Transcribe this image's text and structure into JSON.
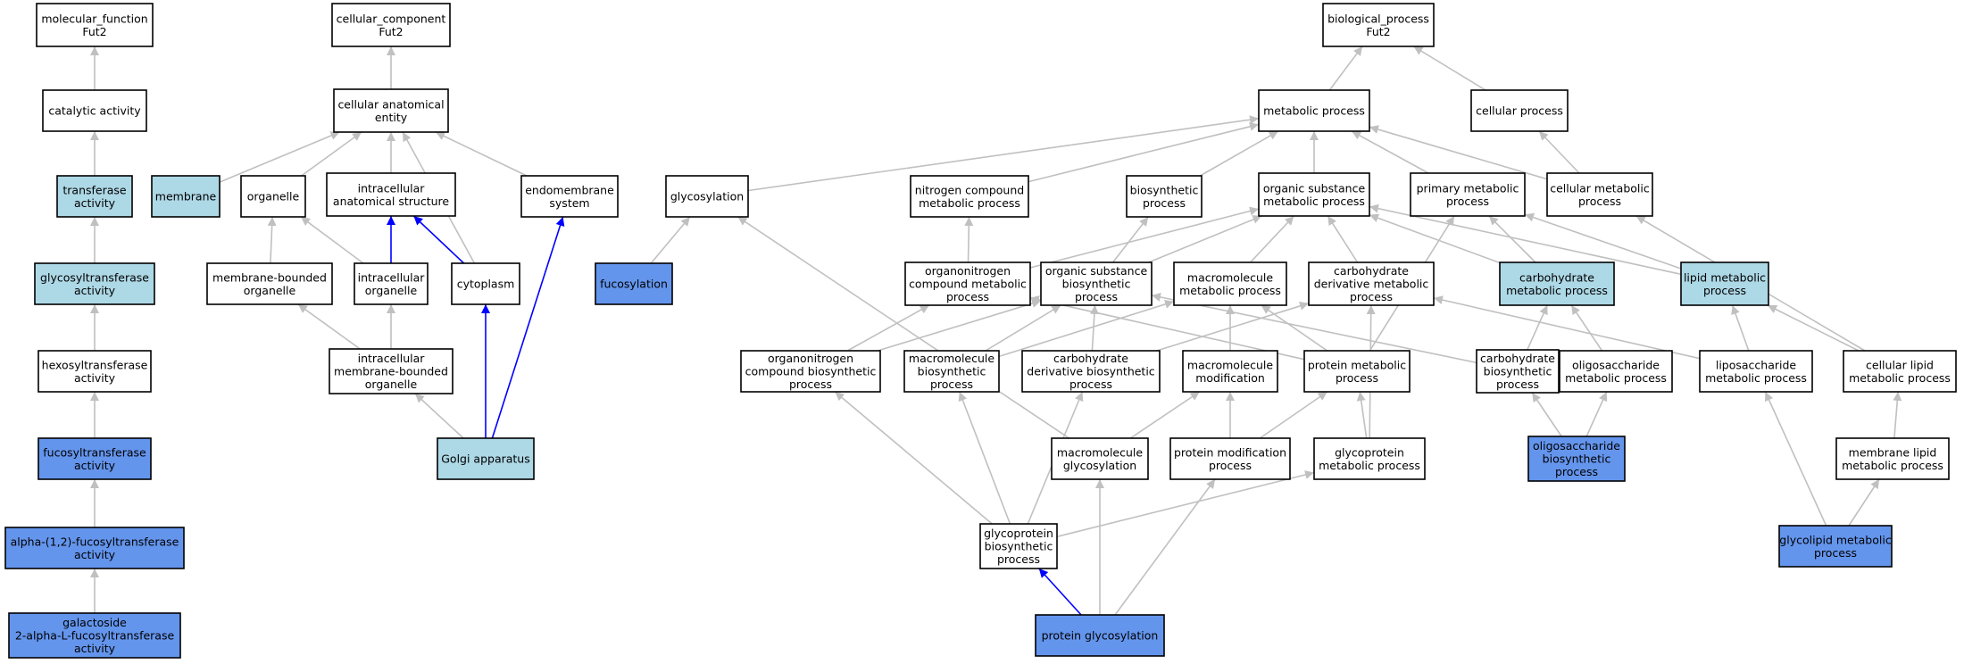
{
  "colors": {
    "background": "#ffffff",
    "edge_default": "#c0c0c0",
    "edge_highlight": "#0000ff",
    "node_default": "#ffffff",
    "node_light": "#add8e6",
    "node_dark": "#6495ed"
  },
  "nodes": [
    {
      "id": "mf",
      "lines": [
        "molecular_function",
        "Fut2"
      ],
      "fill": "white"
    },
    {
      "id": "catalytic",
      "lines": [
        "catalytic activity"
      ],
      "fill": "white"
    },
    {
      "id": "transferase",
      "lines": [
        "transferase",
        "activity"
      ],
      "fill": "light"
    },
    {
      "id": "glycosyltransferase",
      "lines": [
        "glycosyltransferase",
        "activity"
      ],
      "fill": "light"
    },
    {
      "id": "hexosyltransferase",
      "lines": [
        "hexosyltransferase",
        "activity"
      ],
      "fill": "white"
    },
    {
      "id": "fucosyltransferase",
      "lines": [
        "fucosyltransferase",
        "activity"
      ],
      "fill": "dark"
    },
    {
      "id": "alpha12",
      "lines": [
        "alpha-(1,2)-fucosyltransferase",
        "activity"
      ],
      "fill": "dark"
    },
    {
      "id": "galactoside",
      "lines": [
        "galactoside",
        "2-alpha-L-fucosyltransferase",
        "activity"
      ],
      "fill": "dark"
    },
    {
      "id": "cc",
      "lines": [
        "cellular_component",
        "Fut2"
      ],
      "fill": "white"
    },
    {
      "id": "cae",
      "lines": [
        "cellular anatomical",
        "entity"
      ],
      "fill": "white"
    },
    {
      "id": "membrane",
      "lines": [
        "membrane"
      ],
      "fill": "light"
    },
    {
      "id": "organelle",
      "lines": [
        "organelle"
      ],
      "fill": "white"
    },
    {
      "id": "ias",
      "lines": [
        "intracellular",
        "anatomical structure"
      ],
      "fill": "white"
    },
    {
      "id": "endomembrane",
      "lines": [
        "endomembrane",
        "system"
      ],
      "fill": "white"
    },
    {
      "id": "mbo",
      "lines": [
        "membrane-bounded",
        "organelle"
      ],
      "fill": "white"
    },
    {
      "id": "io",
      "lines": [
        "intracellular",
        "organelle"
      ],
      "fill": "white"
    },
    {
      "id": "cytoplasm",
      "lines": [
        "cytoplasm"
      ],
      "fill": "white"
    },
    {
      "id": "imbo",
      "lines": [
        "intracellular",
        "membrane-bounded",
        "organelle"
      ],
      "fill": "white"
    },
    {
      "id": "golgi",
      "lines": [
        "Golgi apparatus"
      ],
      "fill": "light"
    },
    {
      "id": "bp",
      "lines": [
        "biological_process",
        "Fut2"
      ],
      "fill": "white"
    },
    {
      "id": "metabolic",
      "lines": [
        "metabolic process"
      ],
      "fill": "white"
    },
    {
      "id": "cellularproc",
      "lines": [
        "cellular process"
      ],
      "fill": "white"
    },
    {
      "id": "glycosylation",
      "lines": [
        "glycosylation"
      ],
      "fill": "white"
    },
    {
      "id": "ncmp",
      "lines": [
        "nitrogen compound",
        "metabolic process"
      ],
      "fill": "white"
    },
    {
      "id": "biosynthetic",
      "lines": [
        "biosynthetic",
        "process"
      ],
      "fill": "white"
    },
    {
      "id": "osmp",
      "lines": [
        "organic substance",
        "metabolic process"
      ],
      "fill": "white"
    },
    {
      "id": "pmp",
      "lines": [
        "primary metabolic",
        "process"
      ],
      "fill": "white"
    },
    {
      "id": "cmp",
      "lines": [
        "cellular metabolic",
        "process"
      ],
      "fill": "white"
    },
    {
      "id": "fucosylation",
      "lines": [
        "fucosylation"
      ],
      "fill": "dark"
    },
    {
      "id": "ocmp",
      "lines": [
        "organonitrogen",
        "compound metabolic",
        "process"
      ],
      "fill": "white"
    },
    {
      "id": "osbp",
      "lines": [
        "organic substance",
        "biosynthetic",
        "process"
      ],
      "fill": "white"
    },
    {
      "id": "mmp",
      "lines": [
        "macromolecule",
        "metabolic process"
      ],
      "fill": "white"
    },
    {
      "id": "cdmp",
      "lines": [
        "carbohydrate",
        "derivative metabolic",
        "process"
      ],
      "fill": "white"
    },
    {
      "id": "carbmp",
      "lines": [
        "carbohydrate",
        "metabolic process"
      ],
      "fill": "light"
    },
    {
      "id": "lipidmp",
      "lines": [
        "lipid metabolic",
        "process"
      ],
      "fill": "light"
    },
    {
      "id": "ocbp",
      "lines": [
        "organonitrogen",
        "compound biosynthetic",
        "process"
      ],
      "fill": "white"
    },
    {
      "id": "mbp",
      "lines": [
        "macromolecule",
        "biosynthetic",
        "process"
      ],
      "fill": "white"
    },
    {
      "id": "cdbp",
      "lines": [
        "carbohydrate",
        "derivative biosynthetic",
        "process"
      ],
      "fill": "white"
    },
    {
      "id": "mmod",
      "lines": [
        "macromolecule",
        "modification"
      ],
      "fill": "white"
    },
    {
      "id": "protmp",
      "lines": [
        "protein metabolic",
        "process"
      ],
      "fill": "white"
    },
    {
      "id": "carbbp",
      "lines": [
        "carbohydrate",
        "biosynthetic",
        "process"
      ],
      "fill": "white"
    },
    {
      "id": "oligomp",
      "lines": [
        "oligosaccharide",
        "metabolic process"
      ],
      "fill": "white"
    },
    {
      "id": "liposacc",
      "lines": [
        "liposaccharide",
        "metabolic process"
      ],
      "fill": "white"
    },
    {
      "id": "clmp",
      "lines": [
        "cellular lipid",
        "metabolic process"
      ],
      "fill": "white"
    },
    {
      "id": "mglyc",
      "lines": [
        "macromolecule",
        "glycosylation"
      ],
      "fill": "white"
    },
    {
      "id": "pmodp",
      "lines": [
        "protein modification",
        "process"
      ],
      "fill": "white"
    },
    {
      "id": "gpmp",
      "lines": [
        "glycoprotein",
        "metabolic process"
      ],
      "fill": "white"
    },
    {
      "id": "oligobp",
      "lines": [
        "oligosaccharide",
        "biosynthetic",
        "process"
      ],
      "fill": "dark"
    },
    {
      "id": "mlmp",
      "lines": [
        "membrane lipid",
        "metabolic process"
      ],
      "fill": "white"
    },
    {
      "id": "gpbp",
      "lines": [
        "glycoprotein",
        "biosynthetic",
        "process"
      ],
      "fill": "white"
    },
    {
      "id": "glmp",
      "lines": [
        "glycolipid metabolic",
        "process"
      ],
      "fill": "dark"
    },
    {
      "id": "pglyc",
      "lines": [
        "protein glycosylation"
      ],
      "fill": "dark"
    }
  ],
  "edges": [
    {
      "from": "catalytic",
      "to": "mf"
    },
    {
      "from": "transferase",
      "to": "catalytic"
    },
    {
      "from": "glycosyltransferase",
      "to": "transferase"
    },
    {
      "from": "hexosyltransferase",
      "to": "glycosyltransferase"
    },
    {
      "from": "fucosyltransferase",
      "to": "hexosyltransferase"
    },
    {
      "from": "alpha12",
      "to": "fucosyltransferase"
    },
    {
      "from": "galactoside",
      "to": "alpha12"
    },
    {
      "from": "cae",
      "to": "cc"
    },
    {
      "from": "membrane",
      "to": "cae"
    },
    {
      "from": "organelle",
      "to": "cae"
    },
    {
      "from": "ias",
      "to": "cae"
    },
    {
      "from": "endomembrane",
      "to": "cae"
    },
    {
      "from": "cytoplasm",
      "to": "cae"
    },
    {
      "from": "mbo",
      "to": "organelle"
    },
    {
      "from": "io",
      "to": "organelle"
    },
    {
      "from": "io",
      "to": "ias",
      "highlight": true
    },
    {
      "from": "cytoplasm",
      "to": "ias",
      "highlight": true
    },
    {
      "from": "imbo",
      "to": "mbo"
    },
    {
      "from": "imbo",
      "to": "io"
    },
    {
      "from": "golgi",
      "to": "imbo"
    },
    {
      "from": "golgi",
      "to": "cytoplasm",
      "highlight": true
    },
    {
      "from": "golgi",
      "to": "endomembrane",
      "highlight": true
    },
    {
      "from": "metabolic",
      "to": "bp"
    },
    {
      "from": "cellularproc",
      "to": "bp"
    },
    {
      "from": "glycosylation",
      "to": "metabolic"
    },
    {
      "from": "ncmp",
      "to": "metabolic"
    },
    {
      "from": "biosynthetic",
      "to": "metabolic"
    },
    {
      "from": "osmp",
      "to": "metabolic"
    },
    {
      "from": "pmp",
      "to": "metabolic"
    },
    {
      "from": "cmp",
      "to": "metabolic"
    },
    {
      "from": "cmp",
      "to": "cellularproc"
    },
    {
      "from": "fucosylation",
      "to": "glycosylation"
    },
    {
      "from": "ocmp",
      "to": "ncmp"
    },
    {
      "from": "ocmp",
      "to": "osmp"
    },
    {
      "from": "osbp",
      "to": "biosynthetic"
    },
    {
      "from": "osbp",
      "to": "osmp"
    },
    {
      "from": "mmp",
      "to": "osmp"
    },
    {
      "from": "cdmp",
      "to": "osmp"
    },
    {
      "from": "carbmp",
      "to": "osmp"
    },
    {
      "from": "carbmp",
      "to": "pmp"
    },
    {
      "from": "lipidmp",
      "to": "osmp"
    },
    {
      "from": "lipidmp",
      "to": "pmp"
    },
    {
      "from": "ocbp",
      "to": "ocmp"
    },
    {
      "from": "ocbp",
      "to": "osbp"
    },
    {
      "from": "mbp",
      "to": "osbp"
    },
    {
      "from": "mbp",
      "to": "mmp"
    },
    {
      "from": "cdbp",
      "to": "osbp"
    },
    {
      "from": "cdbp",
      "to": "cdmp"
    },
    {
      "from": "mmod",
      "to": "mmp"
    },
    {
      "from": "protmp",
      "to": "mmp"
    },
    {
      "from": "protmp",
      "to": "ocmp"
    },
    {
      "from": "protmp",
      "to": "pmp"
    },
    {
      "from": "carbbp",
      "to": "osbp"
    },
    {
      "from": "carbbp",
      "to": "carbmp"
    },
    {
      "from": "oligomp",
      "to": "carbmp"
    },
    {
      "from": "liposacc",
      "to": "cdmp"
    },
    {
      "from": "liposacc",
      "to": "lipidmp"
    },
    {
      "from": "clmp",
      "to": "lipidmp"
    },
    {
      "from": "clmp",
      "to": "cmp"
    },
    {
      "from": "mglyc",
      "to": "glycosylation"
    },
    {
      "from": "mglyc",
      "to": "mmod"
    },
    {
      "from": "pmodp",
      "to": "mmod"
    },
    {
      "from": "pmodp",
      "to": "protmp"
    },
    {
      "from": "gpmp",
      "to": "protmp"
    },
    {
      "from": "gpmp",
      "to": "cdmp"
    },
    {
      "from": "oligobp",
      "to": "carbbp"
    },
    {
      "from": "oligobp",
      "to": "oligomp"
    },
    {
      "from": "mlmp",
      "to": "clmp"
    },
    {
      "from": "gpbp",
      "to": "ocbp"
    },
    {
      "from": "gpbp",
      "to": "mbp"
    },
    {
      "from": "gpbp",
      "to": "cdbp"
    },
    {
      "from": "gpbp",
      "to": "gpmp"
    },
    {
      "from": "glmp",
      "to": "liposacc"
    },
    {
      "from": "glmp",
      "to": "mlmp"
    },
    {
      "from": "pglyc",
      "to": "gpbp",
      "highlight": true
    },
    {
      "from": "pglyc",
      "to": "mglyc"
    },
    {
      "from": "pglyc",
      "to": "pmodp"
    }
  ]
}
